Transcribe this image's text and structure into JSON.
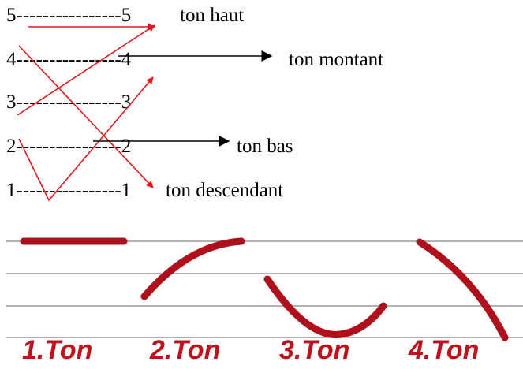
{
  "scale": {
    "rows": [
      {
        "left": "5",
        "dashes": "----------------",
        "right": "5"
      },
      {
        "left": "4",
        "dashes": "----------------",
        "right": "4"
      },
      {
        "left": "3",
        "dashes": "----------------",
        "right": "3"
      },
      {
        "left": "2",
        "dashes": "----------------",
        "right": "2"
      },
      {
        "left": "1",
        "dashes": "----------------",
        "right": "1"
      }
    ],
    "labels": {
      "ton_haut": "ton haut",
      "ton_montant": "ton montant",
      "ton_bas": "ton bas",
      "ton_descendant": "ton descendant"
    }
  },
  "tones": {
    "t1": "1.Ton",
    "t2": "2.Ton",
    "t3": "3.Ton",
    "t4": "4.Ton"
  },
  "colors": {
    "red_arrow": "#e8141c",
    "black_arrow": "#000000",
    "tone_stroke": "#b0101c",
    "tone_text": "#c0101c",
    "staff_line": "#9a9a9a"
  }
}
